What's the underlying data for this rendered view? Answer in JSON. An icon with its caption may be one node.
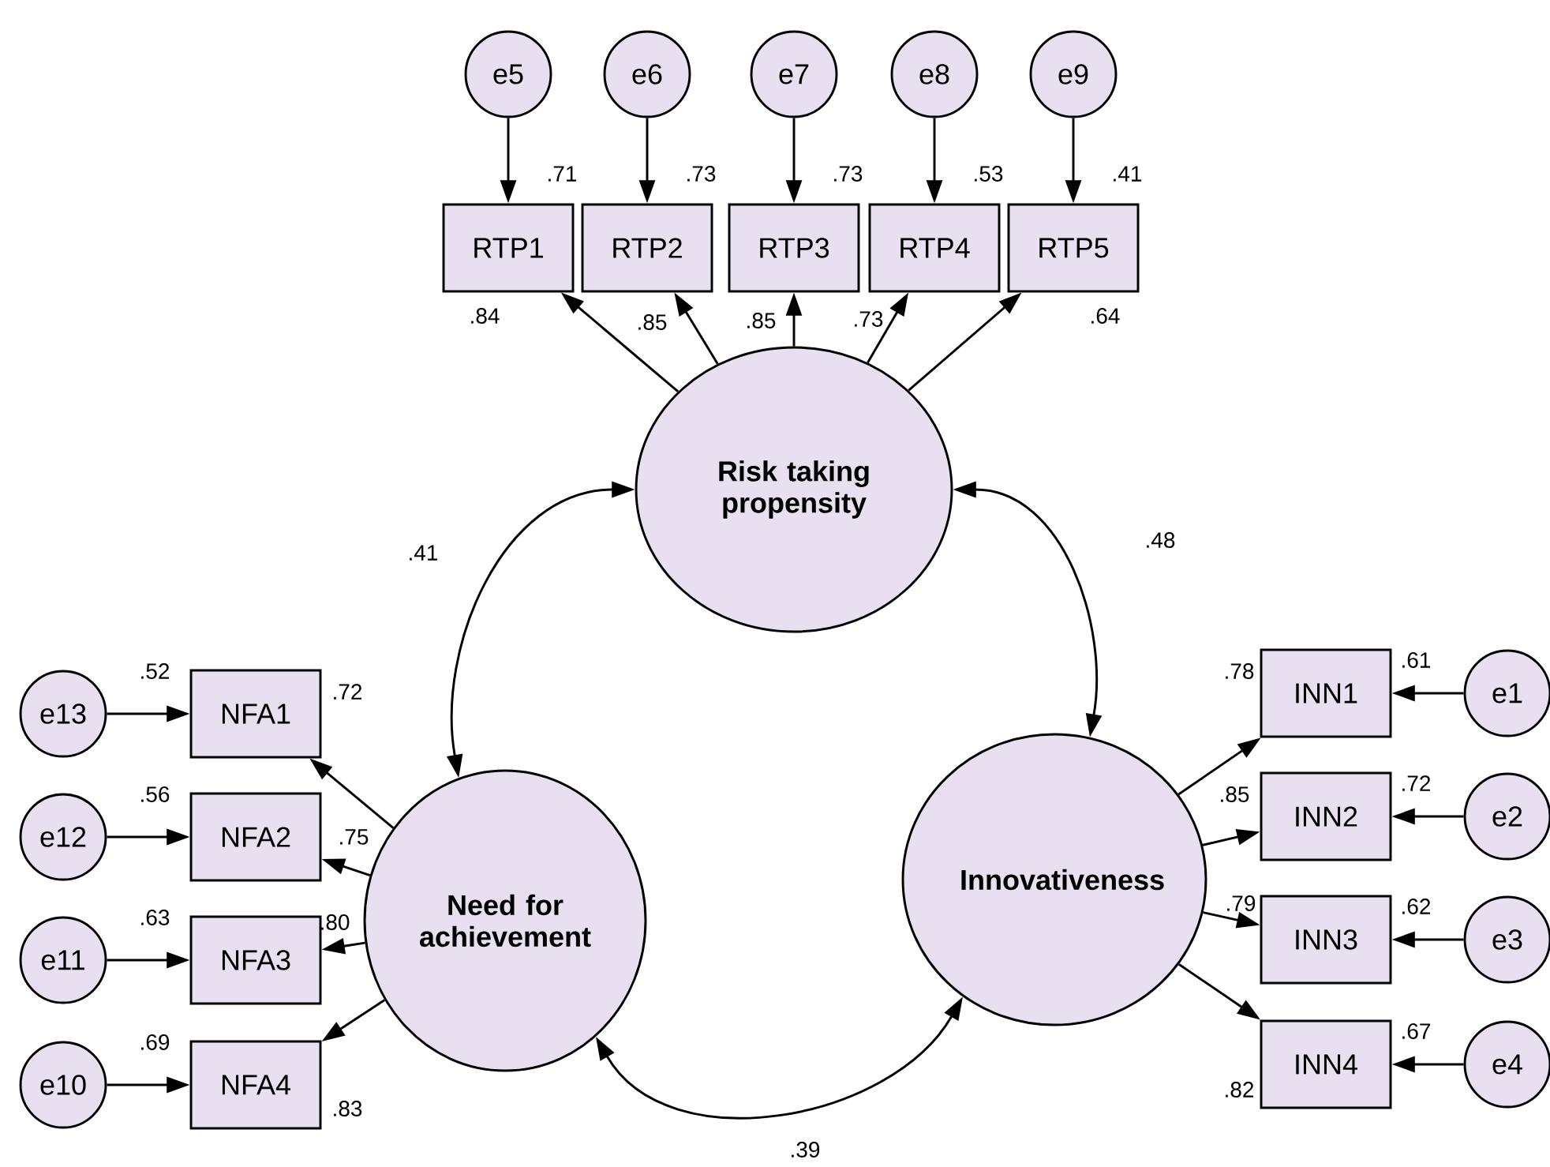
{
  "diagram": {
    "nodes": [
      {
        "text": [
          "e5"
        ]
      },
      {
        "text": [
          "e6"
        ]
      },
      {
        "text": [
          "e7"
        ]
      },
      {
        "text": [
          "e8"
        ]
      },
      {
        "text": [
          "e9"
        ]
      },
      {
        "text": [
          "RTP1"
        ],
        "beside": [
          ".71"
        ]
      },
      {
        "text": [
          "RTP2"
        ],
        "beside": [
          ".73"
        ]
      },
      {
        "text": [
          "RTP3"
        ],
        "beside": [
          ".73"
        ]
      },
      {
        "text": [
          "RTP4"
        ],
        "beside": [
          ".53"
        ]
      },
      {
        "text": [
          "RTP5"
        ],
        "beside": [
          ".41"
        ]
      },
      {
        "text": [
          "Risk taking propensity"
        ]
      },
      {
        "text": [
          "NFA1"
        ],
        "beside": [
          ".52"
        ]
      },
      {
        "text": [
          "NFA2"
        ],
        "beside": [
          ".56"
        ]
      },
      {
        "text": [
          "NFA3"
        ],
        "beside": [
          ".63"
        ]
      },
      {
        "text": [
          "NFA4"
        ],
        "beside": [
          ".69"
        ]
      },
      {
        "text": [
          "e13"
        ]
      },
      {
        "text": [
          "e12"
        ]
      },
      {
        "text": [
          "e11"
        ]
      },
      {
        "text": [
          "e10"
        ]
      },
      {
        "text": [
          "Need for achievement"
        ]
      },
      {
        "text": [
          "Innovativeness"
        ]
      },
      {
        "text": [
          "INN1"
        ],
        "beside": [
          ".61"
        ]
      },
      {
        "text": [
          "INN2"
        ],
        "beside": [
          ".72"
        ]
      },
      {
        "text": [
          "INN3"
        ],
        "beside": [
          ".62"
        ]
      },
      {
        "text": [
          "INN4"
        ],
        "beside": [
          ".67"
        ]
      },
      {
        "text": [
          "e1"
        ]
      },
      {
        "text": [
          "e2"
        ]
      },
      {
        "text": [
          "e3"
        ]
      },
      {
        "text": [
          "e4"
        ]
      }
    ],
    "edges": [
      {
        "from": 0,
        "to": 5,
        "arrow": "to"
      },
      {
        "from": 1,
        "to": 6,
        "arrow": "to"
      },
      {
        "from": 2,
        "to": 7,
        "arrow": "to"
      },
      {
        "from": 3,
        "to": 8,
        "arrow": "to"
      },
      {
        "from": 4,
        "to": 9,
        "arrow": "to"
      },
      {
        "from": 10,
        "to": 5,
        "arrow": "to",
        "label": ".84"
      },
      {
        "from": 10,
        "to": 6,
        "arrow": "to",
        "label": ".85"
      },
      {
        "from": 10,
        "to": 7,
        "arrow": "to",
        "label": ".85"
      },
      {
        "from": 10,
        "to": 8,
        "arrow": "to",
        "label": ".73"
      },
      {
        "from": 10,
        "to": 9,
        "arrow": "to",
        "label": ".64"
      },
      {
        "from": 15,
        "to": 11,
        "arrow": "to"
      },
      {
        "from": 16,
        "to": 12,
        "arrow": "to"
      },
      {
        "from": 17,
        "to": 13,
        "arrow": "to"
      },
      {
        "from": 18,
        "to": 14,
        "arrow": "to"
      },
      {
        "from": 19,
        "to": 11,
        "arrow": "to",
        "label": ".72"
      },
      {
        "from": 19,
        "to": 12,
        "arrow": "to",
        "label": ".75"
      },
      {
        "from": 19,
        "to": 13,
        "arrow": "to",
        "label": ".80"
      },
      {
        "from": 19,
        "to": 14,
        "arrow": "to",
        "label": ".83"
      },
      {
        "from": 25,
        "to": 21,
        "arrow": "to"
      },
      {
        "from": 26,
        "to": 22,
        "arrow": "to"
      },
      {
        "from": 27,
        "to": 23,
        "arrow": "to"
      },
      {
        "from": 28,
        "to": 24,
        "arrow": "to"
      },
      {
        "from": 20,
        "to": 21,
        "arrow": "to",
        "label": ".78"
      },
      {
        "from": 20,
        "to": 22,
        "arrow": "to",
        "label": ".85"
      },
      {
        "from": 20,
        "to": 23,
        "arrow": "to",
        "label": ".79"
      },
      {
        "from": 20,
        "to": 24,
        "arrow": "to",
        "label": ".82"
      },
      {
        "from": 19,
        "to": 10,
        "arrow": "both",
        "label": ".41"
      },
      {
        "from": 10,
        "to": 20,
        "arrow": "both",
        "label": ".48"
      },
      {
        "from": 19,
        "to": 20,
        "arrow": "both",
        "label": ".39"
      }
    ]
  }
}
